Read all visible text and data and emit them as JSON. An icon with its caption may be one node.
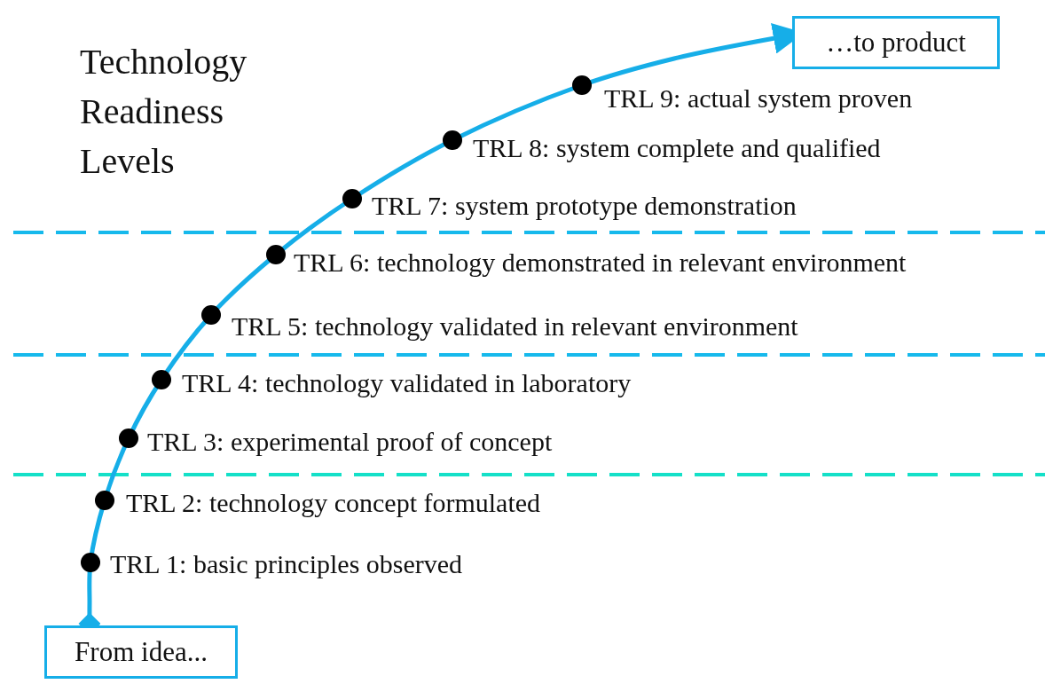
{
  "diagram": {
    "title": "Technology Readiness Levels",
    "nodes": [
      {
        "text": [
          "From idea..."
        ]
      },
      {
        "text": [
          "…to product"
        ]
      }
    ],
    "edges": [
      {
        "from": 0,
        "to": 1,
        "arrow": "to"
      }
    ],
    "labels": [
      "TRL 1: basic principles observed",
      "TRL 2: technology concept formulated",
      "TRL 3: experimental proof of concept",
      "TRL 4: technology validated in laboratory",
      "TRL 5: technology validated in relevant environment",
      "TRL 6: technology demonstrated in relevant environment",
      "TRL 7: system prototype demonstration",
      "TRL 8: system complete and qualified",
      "TRL 9: actual system proven"
    ]
  }
}
